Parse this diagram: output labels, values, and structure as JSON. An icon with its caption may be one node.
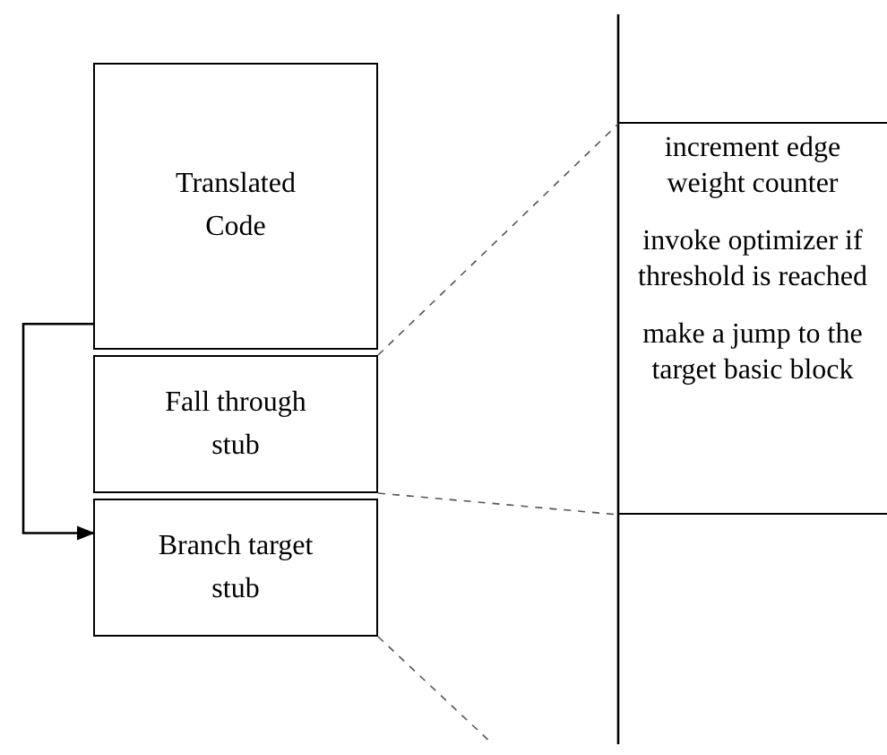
{
  "diagram": {
    "nodes": [
      {
        "text": [
          "Translated Code"
        ]
      },
      {
        "text": [
          "Fall through stub"
        ]
      },
      {
        "text": [
          "Branch target stub"
        ]
      },
      {
        "text": [
          "increment edge weight counter",
          "invoke optimizer if threshold is reached",
          "make a jump to the target basic block"
        ]
      }
    ],
    "edges": [
      {
        "from": 0,
        "to": 2,
        "arrow": "to"
      },
      {
        "from": 1,
        "to": 3,
        "arrow": "none",
        "style": "dashed"
      },
      {
        "from": 1,
        "to": 3,
        "arrow": "none",
        "style": "dashed"
      },
      {
        "from": 2,
        "to": null,
        "arrow": "none",
        "style": "dashed"
      }
    ]
  }
}
